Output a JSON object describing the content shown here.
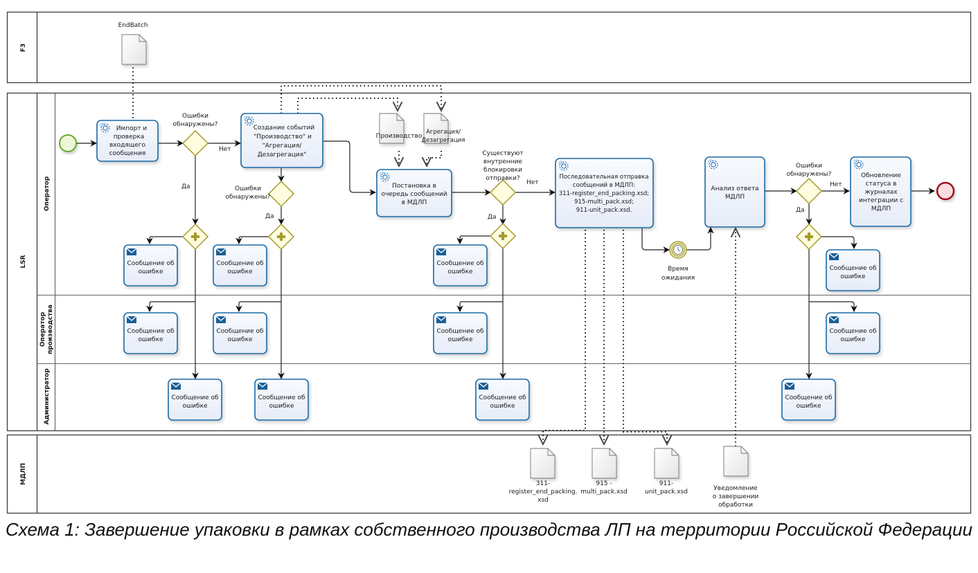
{
  "pools": {
    "f3": "F3",
    "lsr": "LSR",
    "mdlp": "МДЛП"
  },
  "lanes": {
    "operator": "Оператор",
    "production_operator": "Оператор производства",
    "administrator": "Администратор"
  },
  "tasks": {
    "import": "Импорт и проверка входящего сообщения",
    "create_events": "Создание событий \"Производство\" и \"Агрегация/ Дезагрегация\"",
    "enqueue": "Постановка в очередь сообщений в МДЛП",
    "send_sequential": "Последовательная отправка сообщений в МДЛП: 311-register_end_packing.xsd; 915-multi_pack.xsd; 911-unit_pack.xsd.",
    "analyze": "Анализ ответа МДЛП",
    "update_status": "Обновление статуса в журналах интеграции с МДЛП",
    "error_message": "Сообщение об ошибке"
  },
  "gateways": {
    "errors_found": "Ошибки обнаружены?",
    "internal_locks": "Существуют внутренние блокировки отправки?"
  },
  "flow_labels": {
    "no": "Нет",
    "yes": "Да"
  },
  "events": {
    "timer": "Время ожидания"
  },
  "documents": {
    "endbatch": "EndBatch",
    "production": "Производство",
    "aggregation": "Агрегация/ Дезагрегация",
    "doc311": "311- register_end_packing. xsd",
    "doc915": "915 - multi_pack.xsd",
    "doc911": "911- unit_pack.xsd",
    "notification": "Уведомление о завершении обработки"
  },
  "caption": "Схема 1: Завершение упаковки в рамках собственного производства ЛП на территории Российской Федерации"
}
